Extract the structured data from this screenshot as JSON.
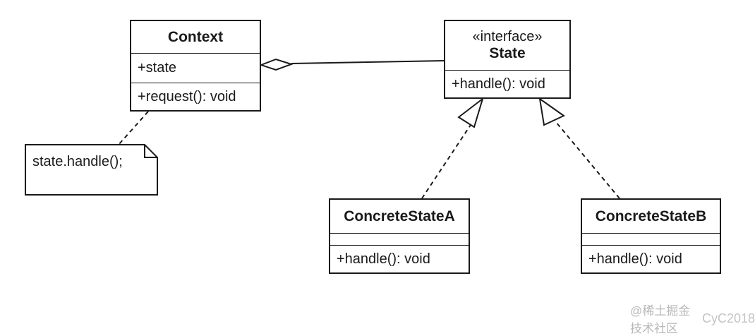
{
  "classes": {
    "context": {
      "name": "Context",
      "attribute": "+state",
      "operation": "+request(): void"
    },
    "state": {
      "stereotype": "«interface»",
      "name": "State",
      "operation": "+handle(): void"
    },
    "concrete_a": {
      "name": "ConcreteStateA",
      "operation": "+handle(): void"
    },
    "concrete_b": {
      "name": "ConcreteStateB",
      "operation": "+handle(): void"
    }
  },
  "note": {
    "text": "state.handle();"
  },
  "relationships": [
    {
      "from": "Context",
      "to": "State",
      "kind": "aggregation"
    },
    {
      "from": "ConcreteStateA",
      "to": "State",
      "kind": "realization"
    },
    {
      "from": "ConcreteStateB",
      "to": "State",
      "kind": "realization"
    },
    {
      "from": "note",
      "to": "Context",
      "kind": "anchor"
    }
  ],
  "watermark": {
    "text": "@稀土掘金技术社区",
    "logo_text": "CyC2018"
  }
}
